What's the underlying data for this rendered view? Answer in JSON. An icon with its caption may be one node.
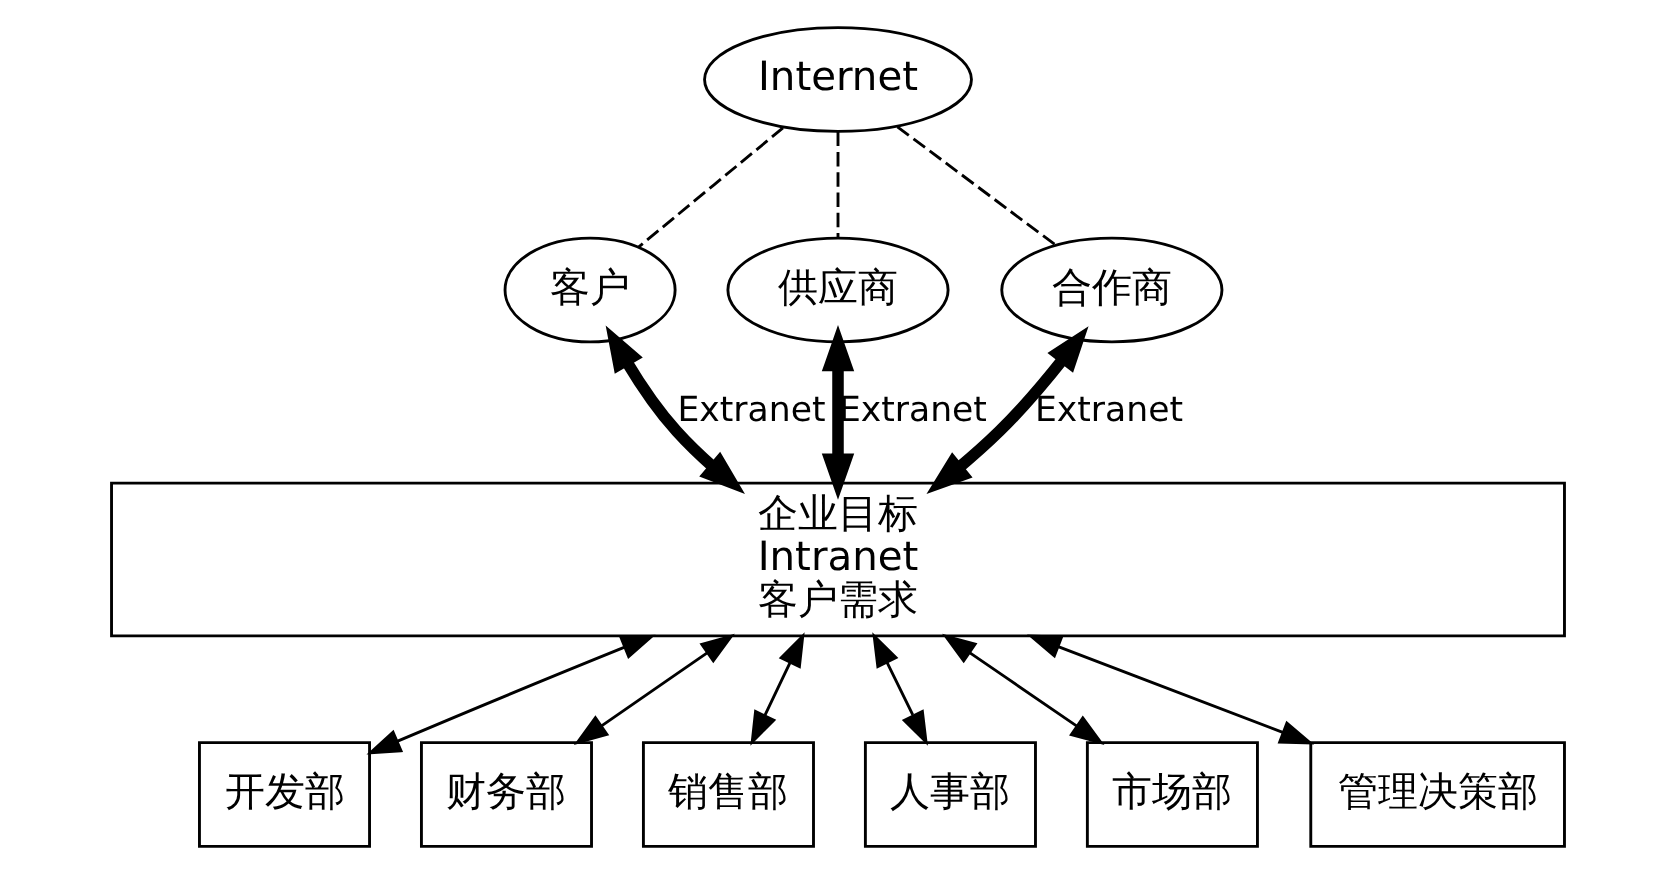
{
  "diagram": {
    "nodes": [
      {
        "text": [
          "Internet"
        ]
      },
      {
        "text": [
          "客户"
        ]
      },
      {
        "text": [
          "供应商"
        ]
      },
      {
        "text": [
          "合作商"
        ]
      },
      {
        "text": [
          "企业目标",
          "Intranet",
          "客户需求"
        ]
      },
      {
        "text": [
          "开发部"
        ]
      },
      {
        "text": [
          "财务部"
        ]
      },
      {
        "text": [
          "销售部"
        ]
      },
      {
        "text": [
          "人事部"
        ]
      },
      {
        "text": [
          "市场部"
        ]
      },
      {
        "text": [
          "管理决策部"
        ]
      }
    ],
    "edges": [
      {
        "from": 0,
        "to": 1,
        "arrow": "none",
        "style": "dashed"
      },
      {
        "from": 0,
        "to": 2,
        "arrow": "none",
        "style": "dashed"
      },
      {
        "from": 0,
        "to": 3,
        "arrow": "none",
        "style": "dashed"
      },
      {
        "from": 1,
        "to": 4,
        "arrow": "both",
        "style": "thick",
        "label": "Extranet"
      },
      {
        "from": 2,
        "to": 4,
        "arrow": "both",
        "style": "thick",
        "label": "Extranet"
      },
      {
        "from": 3,
        "to": 4,
        "arrow": "both",
        "style": "thick",
        "label": "Extranet"
      },
      {
        "from": 4,
        "to": 5,
        "arrow": "both"
      },
      {
        "from": 4,
        "to": 6,
        "arrow": "both"
      },
      {
        "from": 4,
        "to": 7,
        "arrow": "both"
      },
      {
        "from": 4,
        "to": 8,
        "arrow": "both"
      },
      {
        "from": 4,
        "to": 9,
        "arrow": "both"
      },
      {
        "from": 4,
        "to": 10,
        "arrow": "both"
      }
    ]
  }
}
